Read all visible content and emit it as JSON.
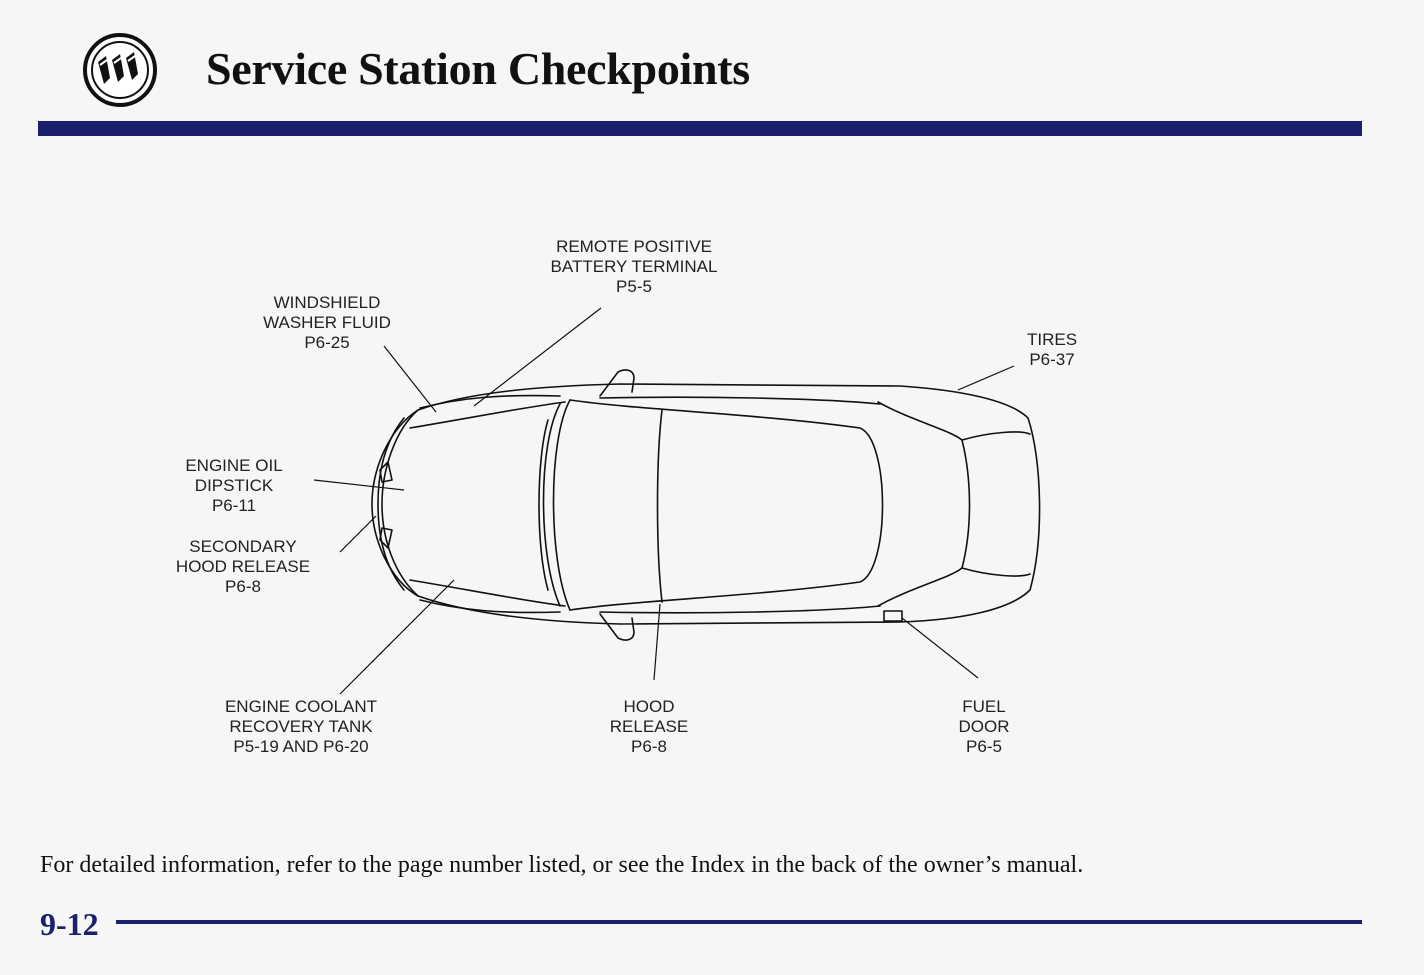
{
  "header": {
    "title": "Service Station Checkpoints",
    "logo_icon": "buick-tri-shield-logo"
  },
  "callouts": {
    "remote_battery": {
      "line1": "REMOTE POSITIVE",
      "line2": "BATTERY TERMINAL",
      "page": "P5-5"
    },
    "washer_fluid": {
      "line1": "WINDSHIELD",
      "line2": "WASHER FLUID",
      "page": "P6-25"
    },
    "tires": {
      "line1": "TIRES",
      "page": "P6-37"
    },
    "oil_dipstick": {
      "line1": "ENGINE OIL",
      "line2": "DIPSTICK",
      "page": "P6-11"
    },
    "secondary_hood": {
      "line1": "SECONDARY",
      "line2": "HOOD RELEASE",
      "page": "P6-8"
    },
    "coolant": {
      "line1": "ENGINE COOLANT",
      "line2": "RECOVERY TANK",
      "page": "P5-19 AND P6-20"
    },
    "hood_release": {
      "line1": "HOOD",
      "line2": "RELEASE",
      "page": "P6-8"
    },
    "fuel_door": {
      "line1": "FUEL",
      "line2": "DOOR",
      "page": "P6-5"
    }
  },
  "footer": {
    "note": "For detailed information, refer to the page number listed, or see the Index in the back of the owner’s manual.",
    "page_number": "9-12"
  },
  "colors": {
    "accent": "#1a1f6e",
    "background": "#f6f6f6",
    "ink": "#111111"
  }
}
